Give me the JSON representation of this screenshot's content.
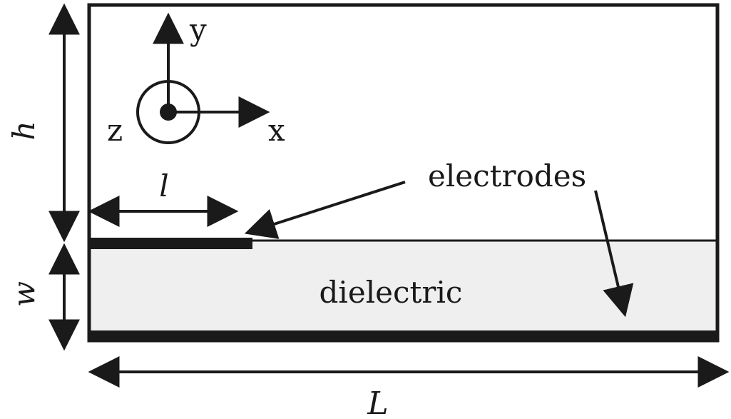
{
  "labels": {
    "axis_y": "y",
    "axis_x": "x",
    "axis_z": "z",
    "electrodes": "electrodes",
    "dielectric": "dielectric",
    "height": "h",
    "width": "w",
    "electrode_length": "l",
    "total_length": "L"
  },
  "colors": {
    "outline": "#1a1a1a",
    "electrode": "#1a1a1a",
    "dielectric_fill": "#efefef",
    "background": "#ffffff"
  }
}
